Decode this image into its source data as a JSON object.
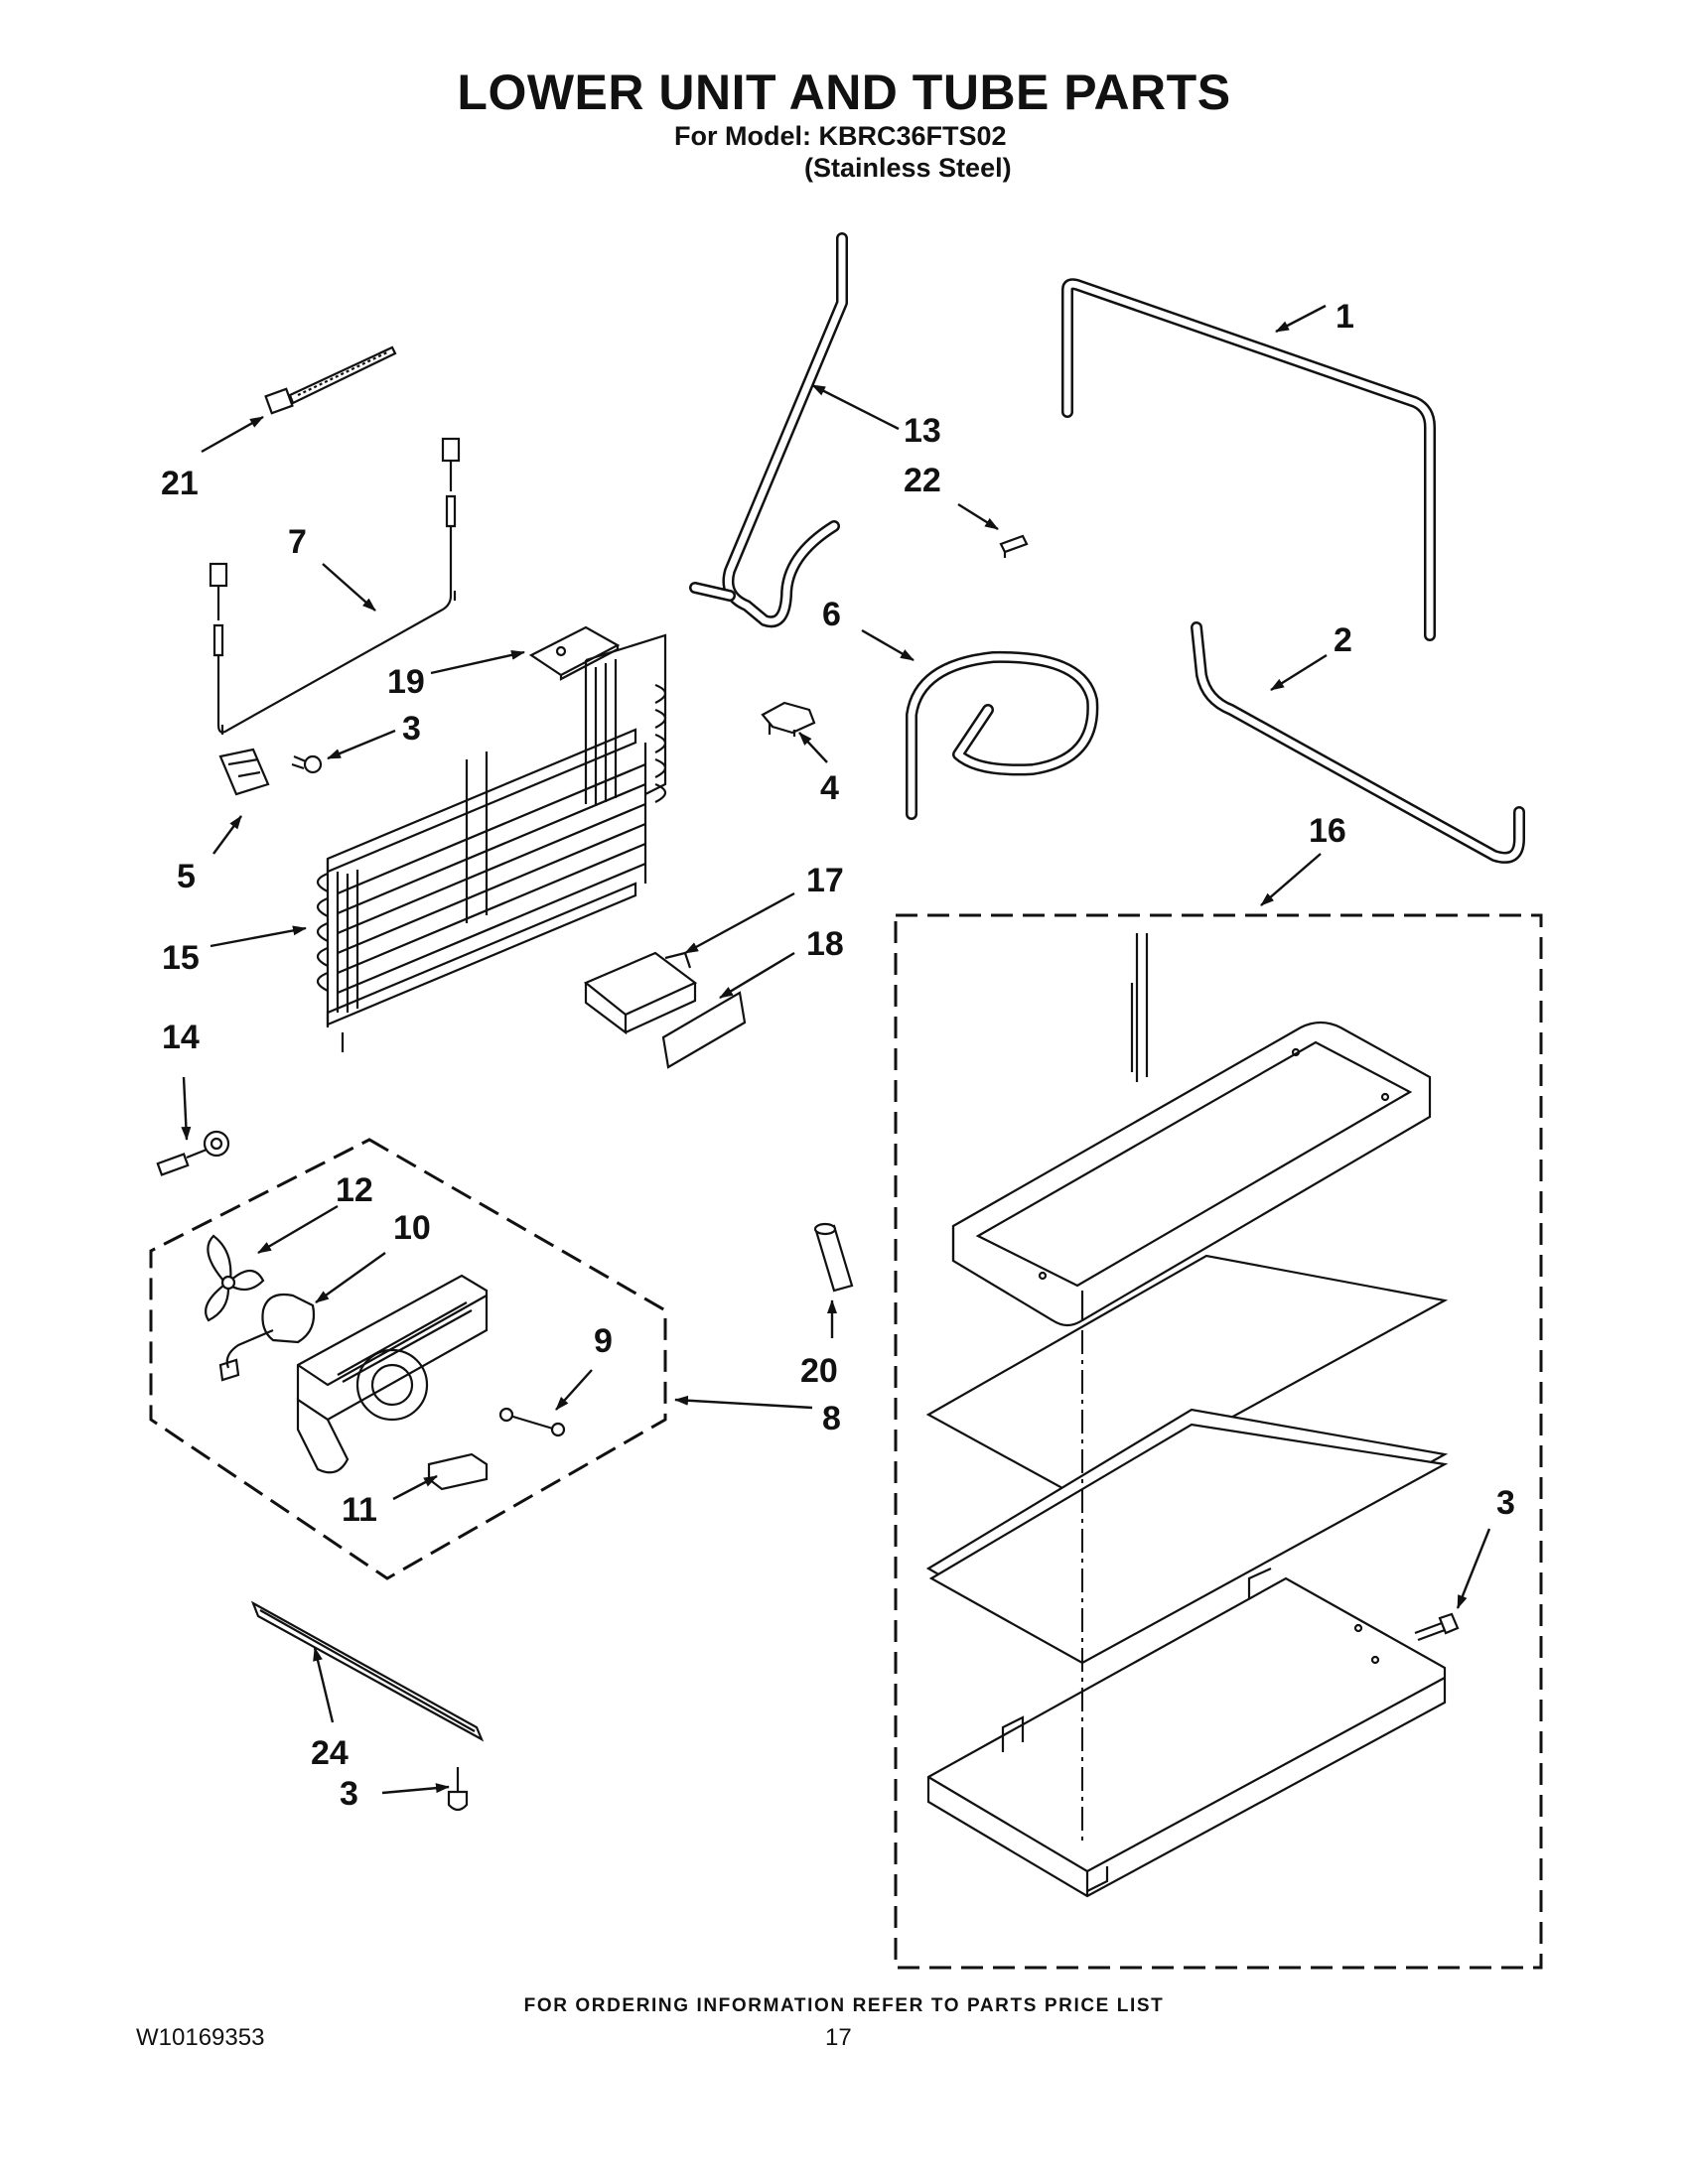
{
  "header": {
    "title": "LOWER UNIT AND TUBE PARTS",
    "model_line": "For Model: KBRC36FTS02",
    "finish_line": "(Stainless Steel)"
  },
  "footer": {
    "ordering_note": "FOR ORDERING INFORMATION REFER TO PARTS PRICE LIST",
    "document_number": "W10169353",
    "page_number": "17"
  },
  "callouts": {
    "c1": "1",
    "c2": "2",
    "c3a": "3",
    "c3b": "3",
    "c3c": "3",
    "c4": "4",
    "c5": "5",
    "c6": "6",
    "c7": "7",
    "c8": "8",
    "c9": "9",
    "c10": "10",
    "c11": "11",
    "c12": "12",
    "c13": "13",
    "c14": "14",
    "c15": "15",
    "c16": "16",
    "c17": "17",
    "c18": "18",
    "c19": "19",
    "c20": "20",
    "c21": "21",
    "c22": "22",
    "c24": "24"
  }
}
